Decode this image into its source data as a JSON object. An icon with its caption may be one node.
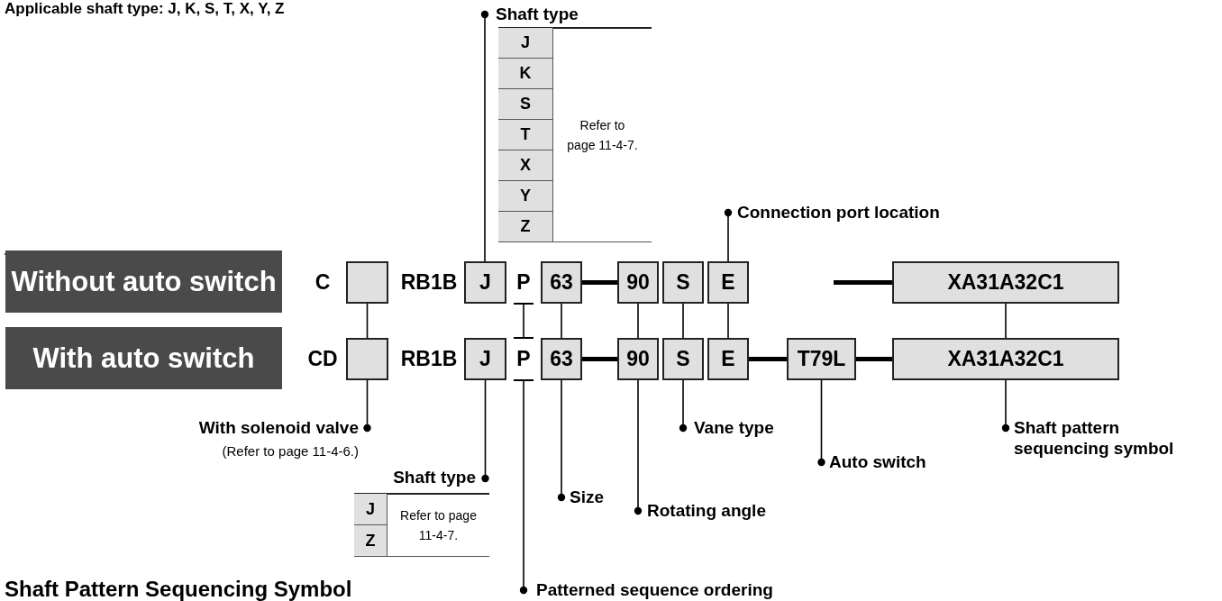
{
  "diagram": {
    "nodes": [
      {
        "text": [
          "Without auto switch"
        ]
      },
      {
        "text": [
          "With auto switch"
        ]
      },
      {
        "text": [
          "Shaft type"
        ]
      },
      {
        "text": [
          "Connection port location"
        ]
      },
      {
        "text": [],
        "shape": "box"
      },
      {
        "text": [
          "J"
        ]
      },
      {
        "text": [
          "P"
        ]
      },
      {
        "text": [
          "63"
        ]
      },
      {
        "text": [
          "90"
        ]
      },
      {
        "text": [
          "S"
        ]
      },
      {
        "text": [
          "E"
        ]
      },
      {
        "text": [
          "XA31A32C1"
        ]
      },
      {
        "text": [],
        "shape": "box"
      },
      {
        "text": [
          "J"
        ]
      },
      {
        "text": [
          "P"
        ]
      },
      {
        "text": [
          "63"
        ]
      },
      {
        "text": [
          "90"
        ]
      },
      {
        "text": [
          "S"
        ]
      },
      {
        "text": [
          "E"
        ]
      },
      {
        "text": [
          "T79L"
        ]
      },
      {
        "text": [
          "XA31A32C1"
        ]
      },
      {
        "text": [
          "With solenoid valve"
        ],
        "beside": [
          "(Refer to page 11-4-6.)"
        ]
      },
      {
        "text": [
          "Vane type"
        ]
      },
      {
        "text": [
          "Shaft pattern sequencing symbol"
        ]
      },
      {
        "text": [
          "Auto switch"
        ]
      },
      {
        "text": [
          "Shaft type"
        ]
      },
      {
        "text": [
          "Size"
        ]
      },
      {
        "text": [
          "Rotating angle"
        ]
      },
      {
        "text": [
          "Patterned sequence ordering"
        ]
      }
    ],
    "edges": [
      {
        "from": 2,
        "to": 5,
        "arrow": "other"
      },
      {
        "from": 3,
        "to": 10,
        "arrow": "other"
      },
      {
        "from": 4,
        "to": 12,
        "arrow": "none"
      },
      {
        "from": 6,
        "to": 14,
        "arrow": "other"
      },
      {
        "from": 7,
        "to": 15,
        "arrow": "none"
      },
      {
        "from": 8,
        "to": 16,
        "arrow": "none"
      },
      {
        "from": 9,
        "to": 17,
        "arrow": "none"
      },
      {
        "from": 10,
        "to": 18,
        "arrow": "none"
      },
      {
        "from": 11,
        "to": 20,
        "arrow": "none"
      },
      {
        "from": 7,
        "to": 8,
        "arrow": "none",
        "style": "thick"
      },
      {
        "from": 15,
        "to": 16,
        "arrow": "none",
        "style": "thick"
      },
      {
        "from": 18,
        "to": 19,
        "arrow": "none",
        "style": "thick"
      },
      {
        "from": 19,
        "to": 20,
        "arrow": "none",
        "style": "thick"
      },
      {
        "from": null,
        "to": 11,
        "arrow": "none",
        "style": "thick"
      },
      {
        "from": 21,
        "to": 12,
        "arrow": "other"
      },
      {
        "from": 25,
        "to": 13,
        "arrow": "other"
      },
      {
        "from": 28,
        "to": 14,
        "arrow": "other"
      },
      {
        "from": 26,
        "to": 15,
        "arrow": "other"
      },
      {
        "from": 27,
        "to": 16,
        "arrow": "other"
      },
      {
        "from": 22,
        "to": 17,
        "arrow": "other"
      },
      {
        "from": 24,
        "to": 19,
        "arrow": "other"
      },
      {
        "from": 23,
        "to": 20,
        "arrow": "other"
      }
    ],
    "labels": [
      "Applicable shaft type: J, K, S, T, X, Y, Z",
      "J",
      "K",
      "S",
      "T",
      "X",
      "Y",
      "Z",
      "Refer to page 11-4-7.",
      "C",
      "RB1B",
      "CD",
      "RB1B",
      "J",
      "Z",
      "Refer to page 11-4-7.",
      "Shaft Pattern Sequencing Symbol"
    ]
  }
}
